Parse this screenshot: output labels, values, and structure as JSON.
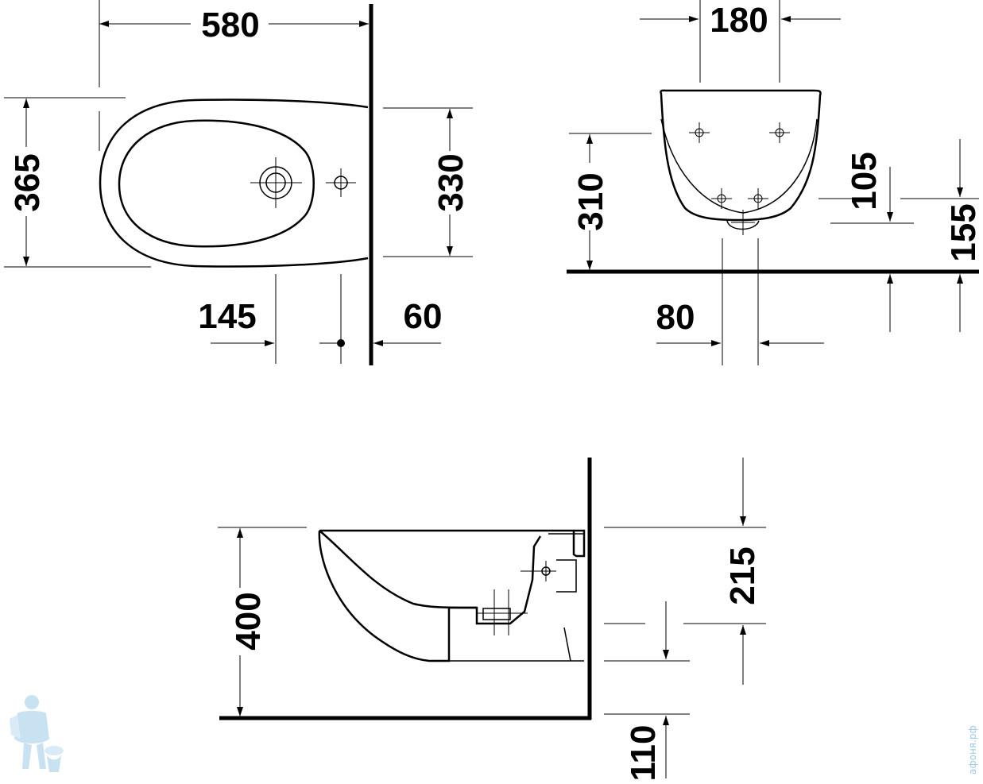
{
  "top_view": {
    "width": "580",
    "depth": "365",
    "bowl_depth": "330",
    "tap_hole_offset": "145",
    "wall_offset": "60"
  },
  "front_view": {
    "width_top": "180",
    "fixing_height": "310",
    "inlet_height": "105",
    "outlet_height": "155",
    "outlet_spacing": "80"
  },
  "side_view": {
    "rim_height": "400",
    "fixing_spacing": "215",
    "drain_height": "110"
  },
  "watermark": {
    "text": "афоня.рф"
  }
}
